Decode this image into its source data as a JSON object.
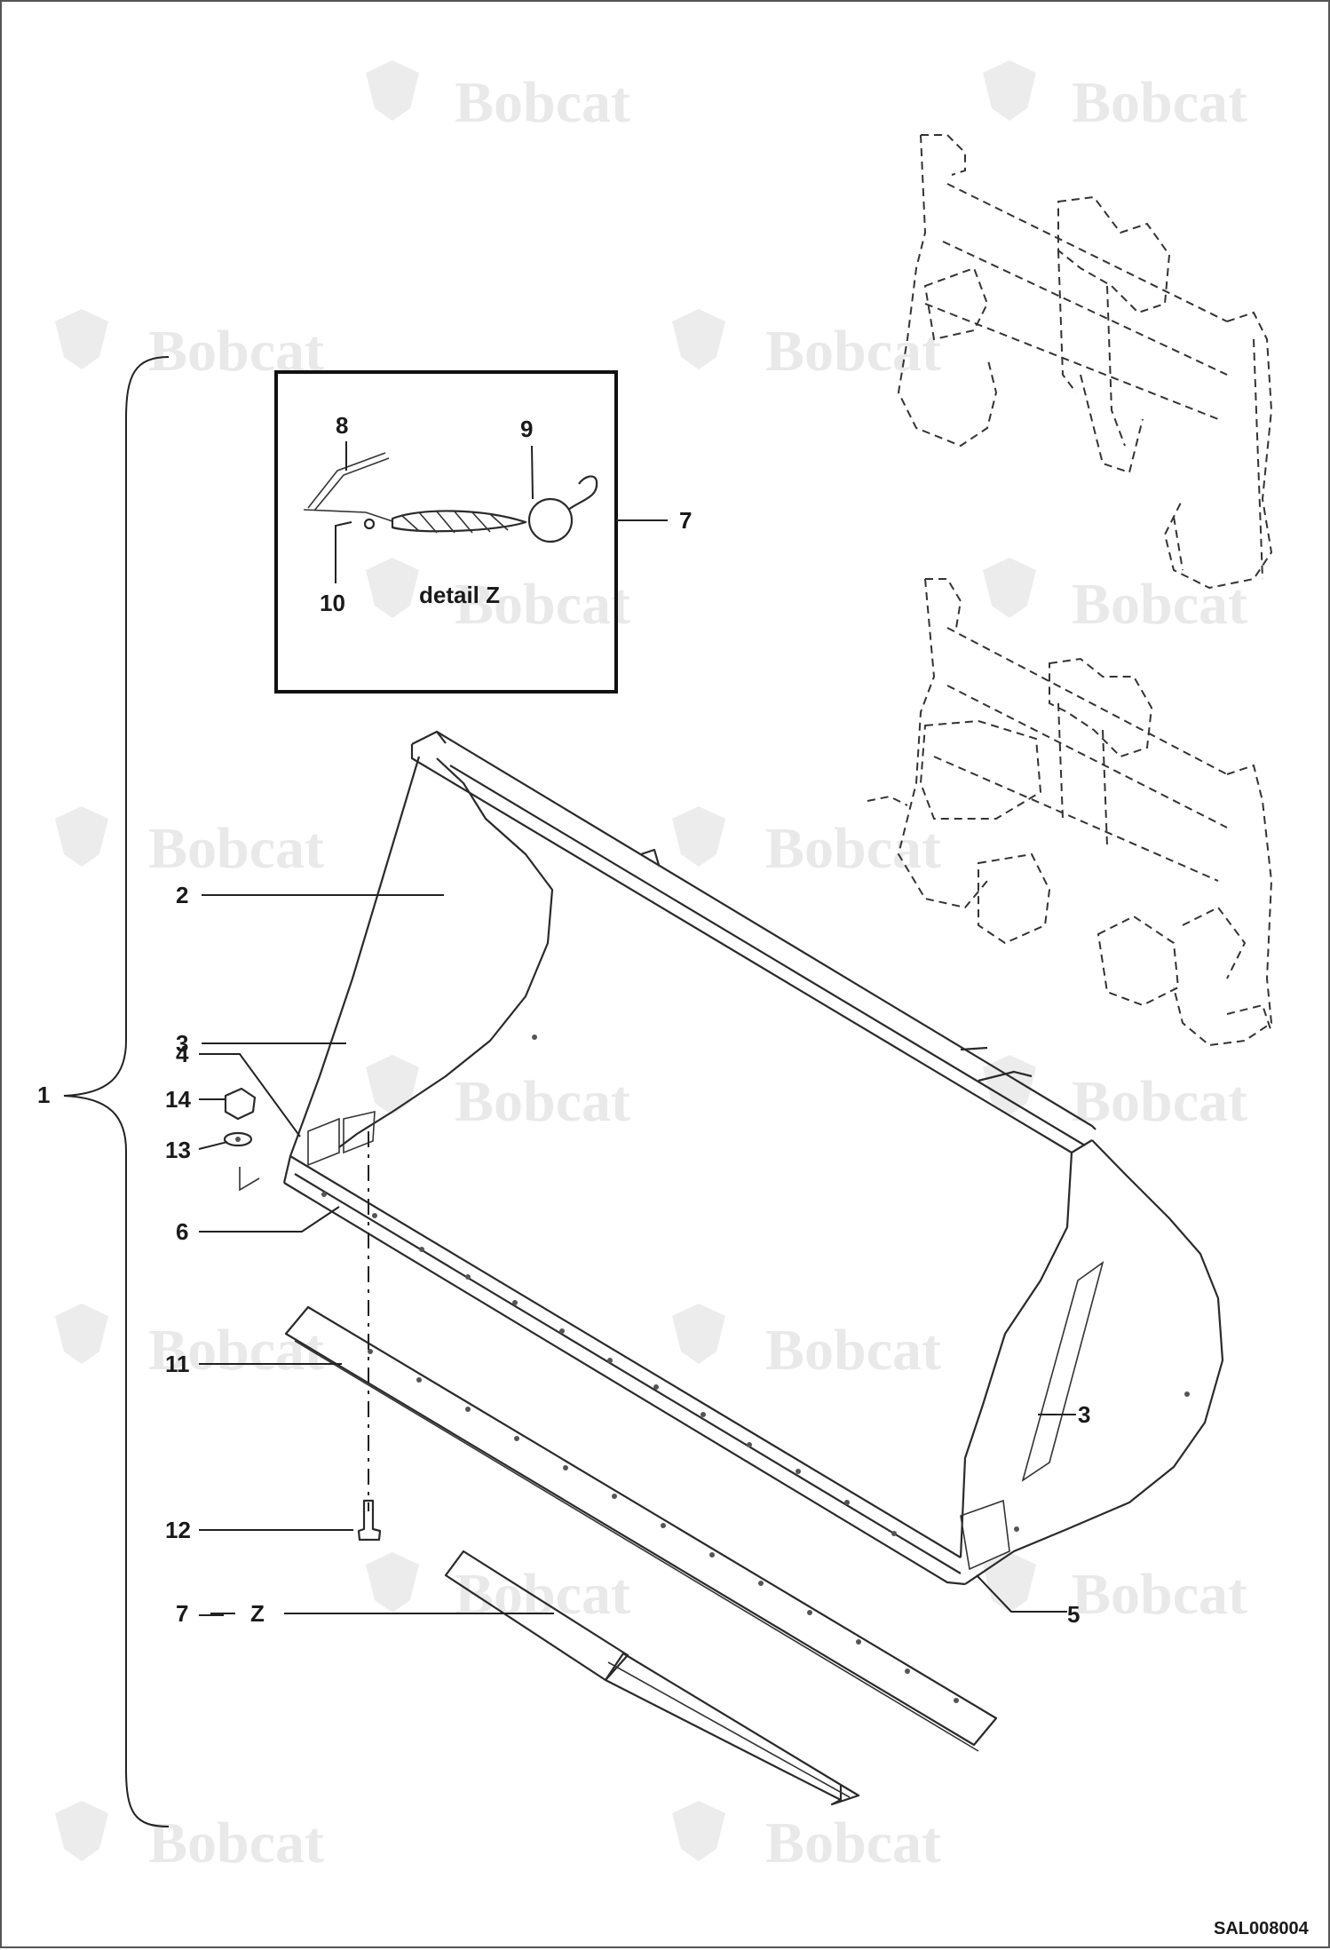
{
  "watermark": {
    "brand": "Bobcat"
  },
  "detail_box": {
    "title": "detail Z"
  },
  "callouts": {
    "c1": "1",
    "c2": "2",
    "c3a": "3",
    "c3b": "3",
    "c4": "4",
    "c5": "5",
    "c6": "6",
    "c7a": "7",
    "c7b": "7",
    "c7z": "Z",
    "c8": "8",
    "c9": "9",
    "c10": "10",
    "c11": "11",
    "c12": "12",
    "c13": "13",
    "c14": "14"
  },
  "drawing_code": "SAL008004"
}
